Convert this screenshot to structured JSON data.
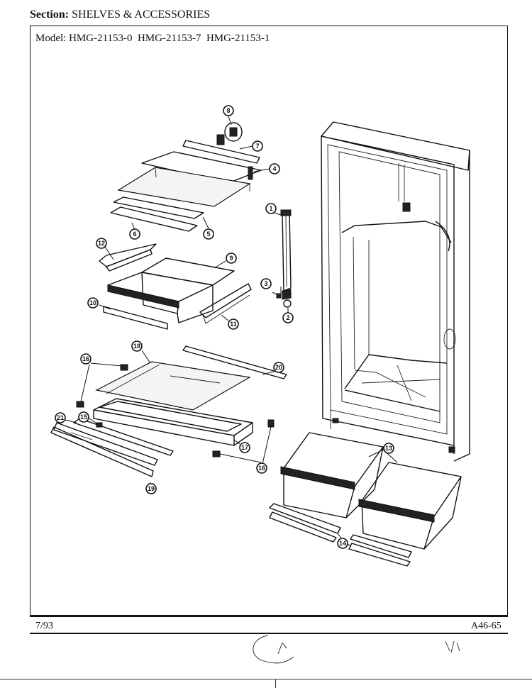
{
  "header": {
    "section_label": "Section:",
    "section_value": "SHELVES & ACCESSORIES",
    "model_label": "Model:",
    "models": "HMG-21153-0  HMG-21153-7  HMG-21153-1"
  },
  "footer": {
    "date": "7/93",
    "page_code": "A46-65"
  },
  "callouts": [
    "1",
    "2",
    "3",
    "4",
    "5",
    "6",
    "7",
    "8",
    "9",
    "10",
    "11",
    "12",
    "13",
    "14",
    "15",
    "16",
    "17",
    "18",
    "19",
    "20",
    "21"
  ]
}
